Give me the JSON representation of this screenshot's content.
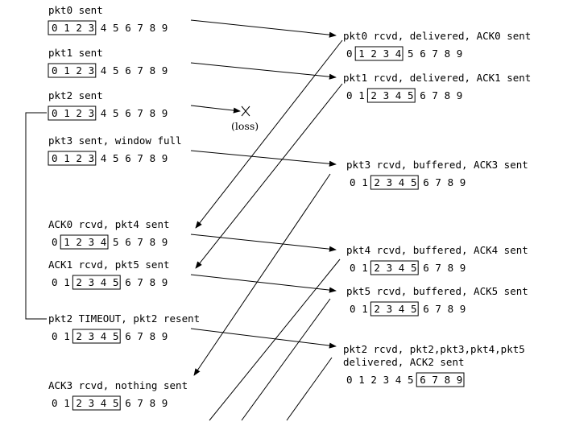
{
  "sender": {
    "events": [
      {
        "label": "pkt0 sent",
        "window_start": 0,
        "window_end": 3
      },
      {
        "label": "pkt1 sent",
        "window_start": 0,
        "window_end": 3
      },
      {
        "label": "pkt2 sent",
        "window_start": 0,
        "window_end": 3
      },
      {
        "label": "pkt3 sent, window full",
        "window_start": 0,
        "window_end": 3
      },
      {
        "label": "ACK0 rcvd, pkt4 sent",
        "window_start": 1,
        "window_end": 4
      },
      {
        "label": "ACK1 rcvd, pkt5 sent",
        "window_start": 2,
        "window_end": 5
      },
      {
        "label": "pkt2 TIMEOUT, pkt2 resent",
        "window_start": 2,
        "window_end": 5
      },
      {
        "label": "ACK3 rcvd, nothing sent",
        "window_start": 2,
        "window_end": 5
      }
    ]
  },
  "receiver": {
    "events": [
      {
        "lines": [
          "pkt0 rcvd, delivered, ACK0 sent"
        ],
        "window_start": 1,
        "window_end": 4
      },
      {
        "lines": [
          "pkt1 rcvd, delivered, ACK1 sent"
        ],
        "window_start": 2,
        "window_end": 5
      },
      {
        "lines": [
          "pkt3 rcvd, buffered, ACK3 sent"
        ],
        "window_start": 2,
        "window_end": 5
      },
      {
        "lines": [
          "pkt4 rcvd, buffered, ACK4 sent"
        ],
        "window_start": 2,
        "window_end": 5
      },
      {
        "lines": [
          "pkt5 rcvd, buffered, ACK5 sent"
        ],
        "window_start": 2,
        "window_end": 5
      },
      {
        "lines": [
          "pkt2 rcvd, pkt2,pkt3,pkt4,pkt5",
          "delivered, ACK2 sent"
        ],
        "window_start": 6,
        "window_end": 9
      }
    ]
  },
  "sequence_numbers": [
    "0",
    "1",
    "2",
    "3",
    "4",
    "5",
    "6",
    "7",
    "8",
    "9"
  ],
  "loss_label": "(loss)"
}
